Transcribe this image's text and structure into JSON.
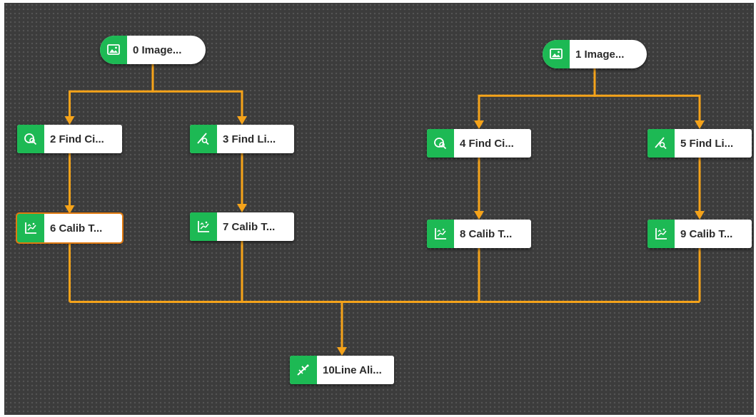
{
  "diagram": {
    "nodes": [
      {
        "id": 0,
        "label": "0 Image...",
        "icon": "image-icon",
        "shape": "pill"
      },
      {
        "id": 1,
        "label": "1 Image...",
        "icon": "image-icon",
        "shape": "pill"
      },
      {
        "id": 2,
        "label": "2 Find Ci...",
        "icon": "find-circle-icon",
        "shape": "rect"
      },
      {
        "id": 3,
        "label": "3 Find Li...",
        "icon": "find-line-icon",
        "shape": "rect"
      },
      {
        "id": 4,
        "label": "4 Find Ci...",
        "icon": "find-circle-icon",
        "shape": "rect"
      },
      {
        "id": 5,
        "label": "5 Find Li...",
        "icon": "find-line-icon",
        "shape": "rect"
      },
      {
        "id": 6,
        "label": "6 Calib T...",
        "icon": "calib-icon",
        "shape": "rect",
        "selected": true
      },
      {
        "id": 7,
        "label": "7 Calib T...",
        "icon": "calib-icon",
        "shape": "rect"
      },
      {
        "id": 8,
        "label": "8 Calib T...",
        "icon": "calib-icon",
        "shape": "rect"
      },
      {
        "id": 9,
        "label": "9 Calib T...",
        "icon": "calib-icon",
        "shape": "rect"
      },
      {
        "id": 10,
        "label": "10Line Ali...",
        "icon": "line-align-icon",
        "shape": "rect"
      }
    ],
    "edges": [
      {
        "from": 0,
        "to": 2
      },
      {
        "from": 0,
        "to": 3
      },
      {
        "from": 1,
        "to": 4
      },
      {
        "from": 1,
        "to": 5
      },
      {
        "from": 2,
        "to": 6
      },
      {
        "from": 3,
        "to": 7
      },
      {
        "from": 4,
        "to": 8
      },
      {
        "from": 5,
        "to": 9
      },
      {
        "from": 6,
        "to": 10
      },
      {
        "from": 7,
        "to": 10
      },
      {
        "from": 8,
        "to": 10
      },
      {
        "from": 9,
        "to": 10
      }
    ]
  },
  "colors": {
    "wire": "#f5a31a",
    "node_icon_bg": "#1db954",
    "node_bg": "#ffffff",
    "selected_border": "#e07a10",
    "canvas_bg": "#3c3c3c"
  }
}
